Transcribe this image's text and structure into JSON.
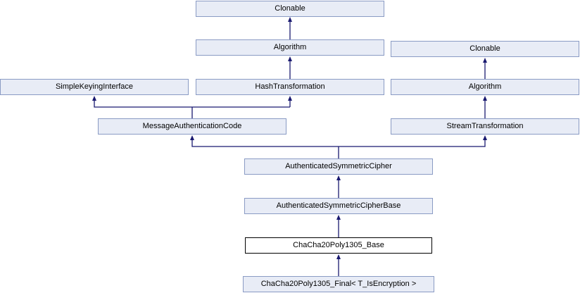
{
  "diagram": {
    "kind": "doxygen-class-inheritance-graph",
    "focus_class": "ChaCha20Poly1305_Final< T_IsEncryption >"
  },
  "colors": {
    "node_fill": "#e8ecf6",
    "node_border": "#8a9bc4",
    "current_node_fill": "#ffffff",
    "current_node_border": "#000000",
    "edge": "#191970",
    "text": "#000000",
    "background": "#ffffff"
  },
  "nodes": [
    {
      "id": "clonable-top",
      "label": "Clonable",
      "variant": "base"
    },
    {
      "id": "algorithm-center",
      "label": "Algorithm",
      "variant": "base"
    },
    {
      "id": "clonable-right",
      "label": "Clonable",
      "variant": "base"
    },
    {
      "id": "simple-keying",
      "label": "SimpleKeyingInterface",
      "variant": "base"
    },
    {
      "id": "hash-transformation",
      "label": "HashTransformation",
      "variant": "base"
    },
    {
      "id": "algorithm-right",
      "label": "Algorithm",
      "variant": "base"
    },
    {
      "id": "message-auth-code",
      "label": "MessageAuthenticationCode",
      "variant": "base"
    },
    {
      "id": "stream-transformation",
      "label": "StreamTransformation",
      "variant": "base"
    },
    {
      "id": "auth-sym-cipher",
      "label": "AuthenticatedSymmetricCipher",
      "variant": "base"
    },
    {
      "id": "auth-sym-cipher-base",
      "label": "AuthenticatedSymmetricCipherBase",
      "variant": "base"
    },
    {
      "id": "chacha-base",
      "label": "ChaCha20Poly1305_Base",
      "variant": "current"
    },
    {
      "id": "chacha-final",
      "label": "ChaCha20Poly1305_Final< T_IsEncryption >",
      "variant": "derived"
    }
  ],
  "edges": [
    {
      "from": "algorithm-center",
      "to": "clonable-top"
    },
    {
      "from": "hash-transformation",
      "to": "algorithm-center"
    },
    {
      "from": "algorithm-right",
      "to": "clonable-right"
    },
    {
      "from": "stream-transformation",
      "to": "algorithm-right"
    },
    {
      "from": "message-auth-code",
      "to": "simple-keying"
    },
    {
      "from": "message-auth-code",
      "to": "hash-transformation"
    },
    {
      "from": "auth-sym-cipher",
      "to": "message-auth-code"
    },
    {
      "from": "auth-sym-cipher",
      "to": "stream-transformation"
    },
    {
      "from": "auth-sym-cipher-base",
      "to": "auth-sym-cipher"
    },
    {
      "from": "chacha-base",
      "to": "auth-sym-cipher-base"
    },
    {
      "from": "chacha-final",
      "to": "chacha-base"
    }
  ]
}
